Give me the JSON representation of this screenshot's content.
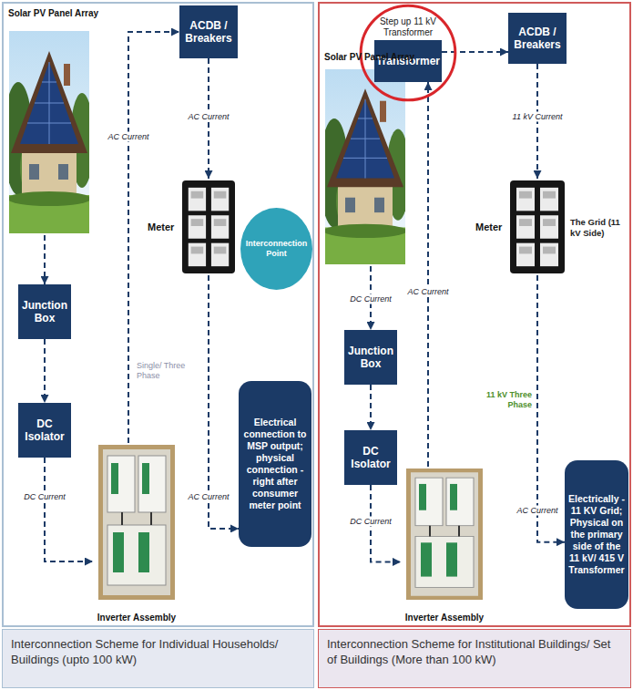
{
  "diagram": {
    "nodes": [
      {
        "text": [
          "Interconnection Scheme for Individual Households/ Buildings (upto 100 kW)"
        ]
      },
      {
        "text": [
          "Solar PV Panel Array"
        ],
        "in": 0
      },
      {
        "text": [
          "ACDB / Breakers"
        ],
        "in": 0
      },
      {
        "text": [
          "Meter"
        ],
        "in": 0
      },
      {
        "text": [
          "Interconnection Point"
        ],
        "in": 0
      },
      {
        "text": [
          "Junction Box"
        ],
        "in": 0
      },
      {
        "text": [
          "DC Isolator"
        ],
        "in": 0
      },
      {
        "text": [
          "Electrical connection to MSP output; physical connection - right after consumer meter point"
        ],
        "in": 0
      },
      {
        "text": [
          "Inverter Assembly"
        ],
        "in": 0
      },
      {
        "text": [
          "Interconnection Scheme for Institutional Buildings/ Set of Buildings (More than 100 kW)"
        ]
      },
      {
        "text": [
          "Step up 11 kV Transformer"
        ],
        "in": 9
      },
      {
        "text": [
          "Transformer"
        ],
        "in": 10
      },
      {
        "text": [
          "ACDB / Breakers"
        ],
        "in": 9
      },
      {
        "text": [
          "Solar PV Panel Array"
        ],
        "in": 9
      },
      {
        "text": [
          "Meter"
        ],
        "in": 9
      },
      {
        "text": [
          "Junction Box"
        ],
        "in": 9
      },
      {
        "text": [
          "DC Isolator"
        ],
        "in": 9
      },
      {
        "text": [
          "Electrically - 11 KV Grid; Physical on the primary side of the 11 kV/ 415 V Transformer"
        ],
        "in": 9
      },
      {
        "text": [
          "Inverter Assembly"
        ],
        "in": 9
      }
    ],
    "edges": [
      {
        "from": 1,
        "to": 5,
        "arrow": "to"
      },
      {
        "from": 5,
        "to": 6,
        "arrow": "to"
      },
      {
        "from": 6,
        "to": 8,
        "label": "DC Current",
        "arrow": "to"
      },
      {
        "from": 8,
        "to": 2,
        "label": "AC Current",
        "arrow": "to"
      },
      {
        "from": 2,
        "to": 3,
        "label": "AC Current",
        "arrow": "to"
      },
      {
        "from": 3,
        "to": 7,
        "label": "AC Current",
        "arrow": "to"
      },
      {
        "from": 13,
        "to": 15,
        "label": "DC Current",
        "arrow": "to"
      },
      {
        "from": 15,
        "to": 16,
        "arrow": "to"
      },
      {
        "from": 16,
        "to": 18,
        "label": "DC Current",
        "arrow": "to"
      },
      {
        "from": 18,
        "to": 11,
        "label": "AC Current",
        "arrow": "to"
      },
      {
        "from": 11,
        "to": 12,
        "arrow": "to"
      },
      {
        "from": 12,
        "to": 14,
        "label": "11 kV Current",
        "arrow": "to"
      },
      {
        "from": 14,
        "to": 17,
        "label": "AC Current",
        "arrow": "to"
      }
    ],
    "labels": [
      "Single/ Three Phase",
      "The Grid (11 kV Side)",
      "11 kV Three Phase"
    ]
  }
}
